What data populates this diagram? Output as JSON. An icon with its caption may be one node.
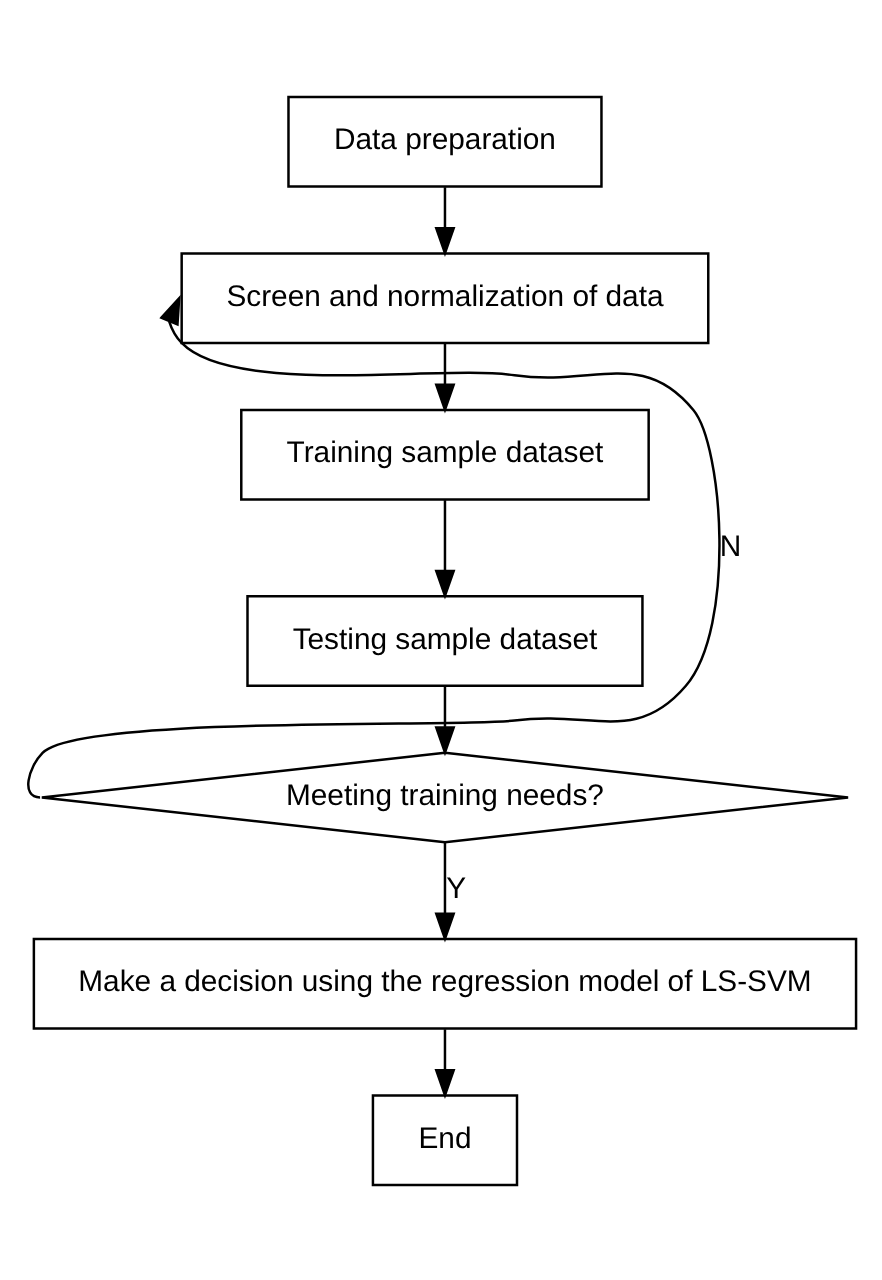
{
  "diagram": {
    "nodes": [
      {
        "text": [
          "Data preparation"
        ]
      },
      {
        "text": [
          "Screen and normalization of data"
        ]
      },
      {
        "text": [
          "Training sample dataset"
        ]
      },
      {
        "text": [
          "Testing sample dataset"
        ]
      },
      {
        "text": [
          "Meeting training needs?"
        ]
      },
      {
        "text": [
          "Make a decision using the regression model of LS-SVM"
        ]
      },
      {
        "text": [
          "End"
        ]
      }
    ],
    "edges": [
      {
        "from": 0,
        "to": 1,
        "arrow": "to"
      },
      {
        "from": 1,
        "to": 2,
        "arrow": "to"
      },
      {
        "from": 2,
        "to": 3,
        "arrow": "to"
      },
      {
        "from": 3,
        "to": 4,
        "arrow": "to"
      },
      {
        "from": 4,
        "to": 1,
        "arrow": "to",
        "label": "N"
      },
      {
        "from": 4,
        "to": 5,
        "arrow": "to",
        "label": "Y"
      },
      {
        "from": 5,
        "to": 6,
        "arrow": "to"
      }
    ]
  }
}
